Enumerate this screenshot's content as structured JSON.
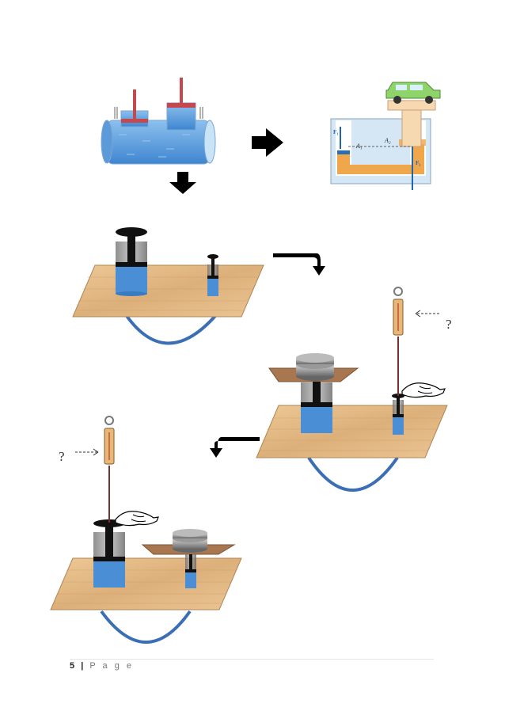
{
  "labels": {
    "area_1": "A₁",
    "area_2": "A₂",
    "force_1": "F₁",
    "force_2": "F₂",
    "question_upper": "?",
    "question_lower": "?"
  },
  "footer": {
    "page_number": "5",
    "separator": "|",
    "page_word": "P a g e"
  },
  "colors": {
    "water": "#4a8fd6",
    "board": "#e3b882",
    "tube": "#3a6fb5",
    "piston": "#111111",
    "rod": "#b24a4a"
  },
  "icons": [
    "arrow-right-icon",
    "arrow-down-icon",
    "curved-arrow-icon",
    "hand-icon",
    "spring-scale-icon",
    "car-icon",
    "weights-icon"
  ]
}
